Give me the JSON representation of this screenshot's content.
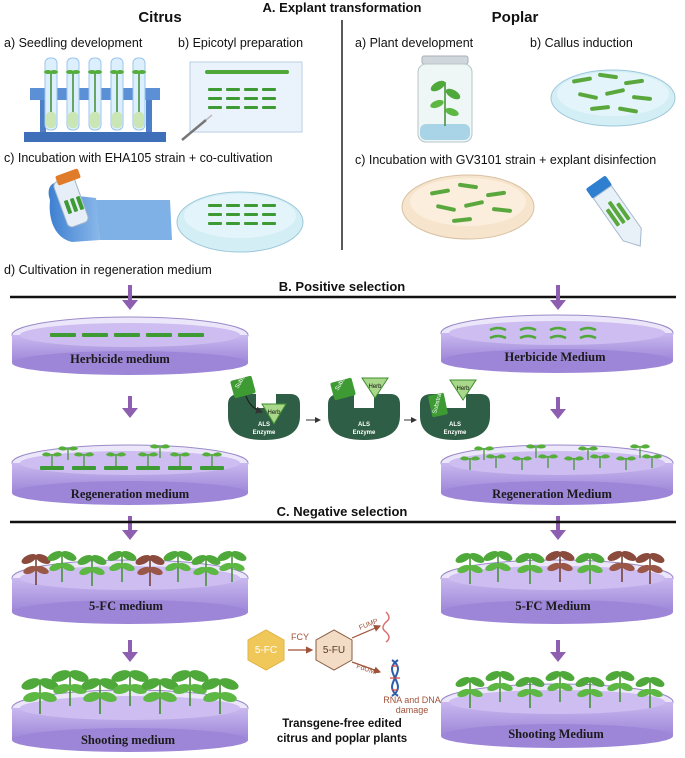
{
  "headings": {
    "section_a": "A. Explant transformation",
    "section_b": "B. Positive selection",
    "section_c": "C. Negative selection",
    "citrus": "Citrus",
    "poplar": "Poplar"
  },
  "citrus_steps": {
    "a": "a) Seedling development",
    "b": "b) Epicotyl preparation",
    "c": "c) Incubation with EHA105 strain + co-cultivation",
    "d": "d) Cultivation in regeneration medium"
  },
  "poplar_steps": {
    "a": "a) Plant development",
    "b": "b) Callus induction",
    "c": "c) Incubation with GV3101 strain + explant disinfection"
  },
  "dishes": {
    "citrus_herbicide": "Herbicide medium",
    "poplar_herbicide": "Herbicide Medium",
    "citrus_regeneration": "Regeneration medium",
    "poplar_regeneration": "Regeneration Medium",
    "citrus_5fc": "5-FC medium",
    "poplar_5fc": "5-FC Medium",
    "citrus_shooting": "Shooting medium",
    "poplar_shooting": "Shooting Medium"
  },
  "als": {
    "enzyme_line1": "ALS",
    "enzyme_line2": "Enzyme",
    "substrate": "Substrate",
    "herb": "Herb"
  },
  "pathway": {
    "fc": "5-FC",
    "fcy": "FCY",
    "fu": "5-FU",
    "fump": "FUMP",
    "fdump": "FdUMP",
    "damage_line1": "RNA and DNA",
    "damage_line2": "damage"
  },
  "result": {
    "line1": "Transgene-free edited",
    "line2": "citrus and poplar plants"
  },
  "colors": {
    "arrow": "#8e5fb0",
    "dish_medium": "#b8a4e6",
    "dish_rim": "#d9cff3",
    "enzyme": "#2e5e45",
    "leaf": "#4fa83a",
    "leaf_dark": "#8a4a3c",
    "fc_hex": "#f0c85a",
    "fu_hex": "#f2dcc6"
  }
}
